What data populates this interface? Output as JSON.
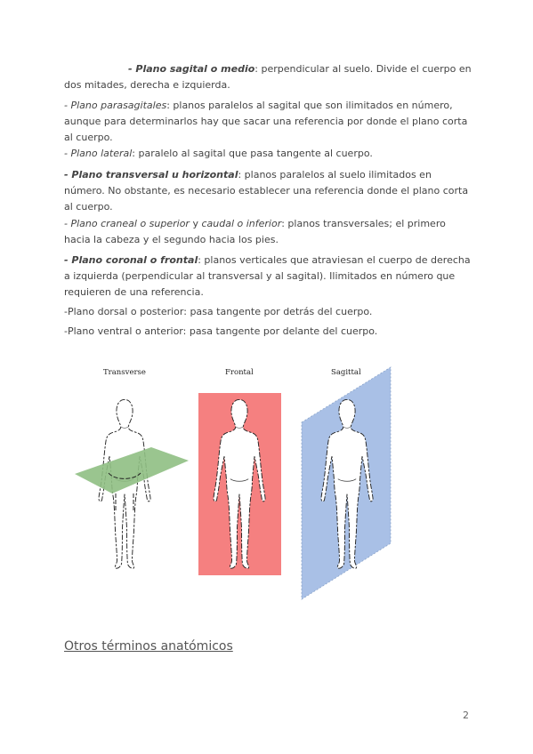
{
  "definitions": [
    {
      "term": "- Plano sagital o medio",
      "term_style": "bi",
      "rest": ": perpendicular al suelo. Divide el cuerpo en dos mitades, derecha e izquierda."
    },
    {
      "term": "- Plano parasagitales",
      "term_style": "it",
      "rest": ": planos paralelos al sagital que son ilimitados en número, aunque para determinarlos hay que sacar una referencia por donde el plano corta al cuerpo."
    },
    {
      "term": "- Plano lateral",
      "term_style": "it",
      "rest": ": paralelo al sagital que pasa tangente al cuerpo."
    },
    {
      "term": "- Plano transversal u horizontal",
      "term_style": "bi",
      "rest": ": planos paralelos al suelo ilimitados en número. No obstante, es necesario establecer una referencia donde el plano corta al cuerpo."
    },
    {
      "term": "- Plano craneal o superior",
      "term_style": "it",
      "rest_mid": " y ",
      "term2": "caudal o inferior",
      "rest": ": planos transversales; el primero hacia la cabeza y el segundo hacia los pies."
    },
    {
      "term": "- Plano coronal o frontal",
      "term_style": "bi",
      "rest": ": planos verticales que atraviesan el cuerpo de derecha a izquierda (perpendicular al transversal y al sagital). Ilimitados en número que requieren de una referencia."
    },
    {
      "term": "",
      "rest": "-Plano dorsal o posterior: pasa tangente por detrás del cuerpo."
    },
    {
      "term": "",
      "rest": "-Plano ventral o anterior: pasa tangente por delante del cuerpo."
    }
  ],
  "figure": {
    "captions": {
      "transverse": "Transverse",
      "frontal": "Frontal",
      "sagittal": "Sagittal"
    },
    "colors": {
      "transverse": "#8fbf83",
      "frontal": "#f58080",
      "sagittal": "#a9c0e6"
    }
  },
  "section_heading": "Otros términos anatómicos",
  "page_number": "2"
}
